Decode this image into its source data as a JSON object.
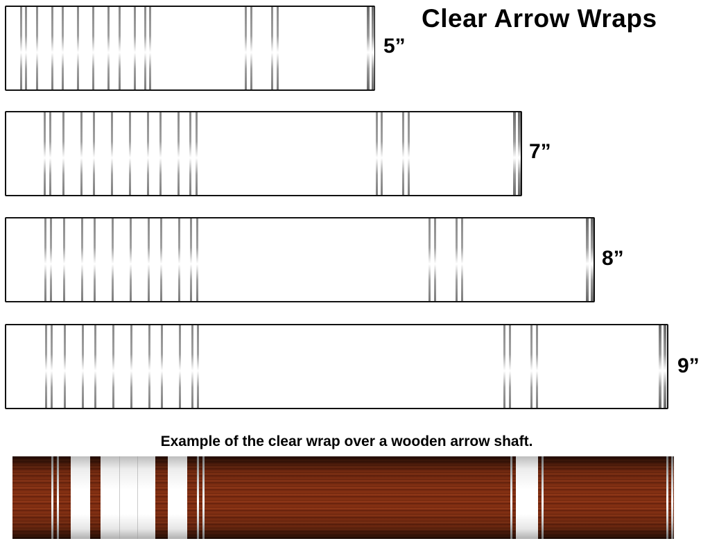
{
  "title": "Clear Arrow Wraps",
  "caption": "Example of the clear wrap over a wooden arrow shaft.",
  "colors": {
    "outline": "#111111",
    "stripe_gray": "#8a8a8a",
    "wood_base": "#7a2c12",
    "wood_dark": "#2a0d04",
    "wrap_white": "#ffffff"
  },
  "wraps": [
    {
      "size_label": "5”",
      "length_in": 5
    },
    {
      "size_label": "7”",
      "length_in": 7
    },
    {
      "size_label": "8”",
      "length_in": 8
    },
    {
      "size_label": "9”",
      "length_in": 9
    }
  ]
}
